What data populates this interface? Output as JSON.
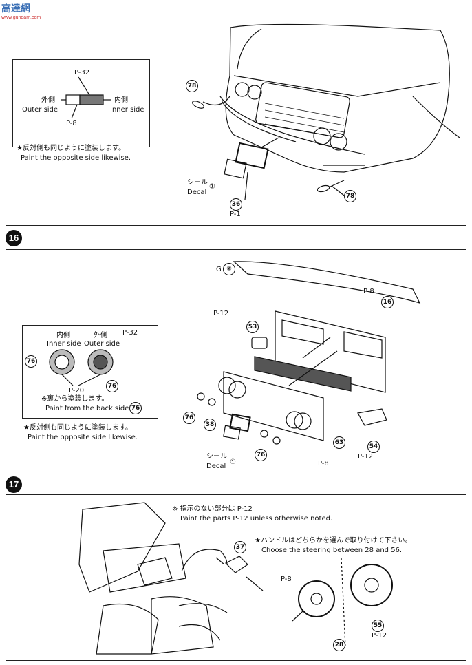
{
  "logo": {
    "text": "高達網",
    "sub": "www.gundam.com"
  },
  "section15": {
    "inset": {
      "top_paint": "P-32",
      "outer_jp": "外側",
      "outer_en": "Outer side",
      "inner_jp": "内側",
      "inner_en": "Inner side",
      "bottom_paint": "P-8",
      "note_jp": "★反対側も同じように塗装します。",
      "note_en": "Paint the opposite side likewise."
    },
    "part_78a": "78",
    "part_78b": "78",
    "decal_jp": "シール",
    "decal_en": "Decal",
    "decal_num": "①",
    "part_36": "36",
    "paint_36": "P-1"
  },
  "section16": {
    "number": "16",
    "g2": "G",
    "g2_num": "②",
    "paint_p8_top": "P-8",
    "part_16": "16",
    "paint_p12": "P-12",
    "part_53": "53",
    "inset": {
      "inner_jp": "内側",
      "inner_en": "Inner side",
      "outer_jp": "外側",
      "outer_en": "Outer side",
      "paint_top": "P-32",
      "part_76a": "76",
      "part_76b": "76",
      "paint_bottom": "P-20",
      "back_jp": "※裏から塗装します。",
      "back_en": "Paint from the back side of",
      "back_part": "76"
    },
    "note_jp": "★反対側も同じように塗装します。",
    "note_en": "Paint the opposite side likewise.",
    "part_76c": "76",
    "part_38": "38",
    "part_76d": "76",
    "decal_jp": "シール",
    "decal_en": "Decal",
    "decal_num": "①",
    "paint_p8_bottom": "P-8",
    "part_63": "63",
    "part_54": "54",
    "paint_54": "P-12"
  },
  "section17": {
    "number": "17",
    "note_jp": "※ 指示のない部分は P-12",
    "note_en": "Paint the parts P-12 unless otherwise noted.",
    "steer_jp": "★ハンドルはどちらかを選んで取り付けて下さい。",
    "steer_en": "Choose the steering between 28 and 56.",
    "part_37": "37",
    "paint_28": "P-8",
    "part_28": "28",
    "part_55": "55",
    "paint_55": "P-12"
  }
}
